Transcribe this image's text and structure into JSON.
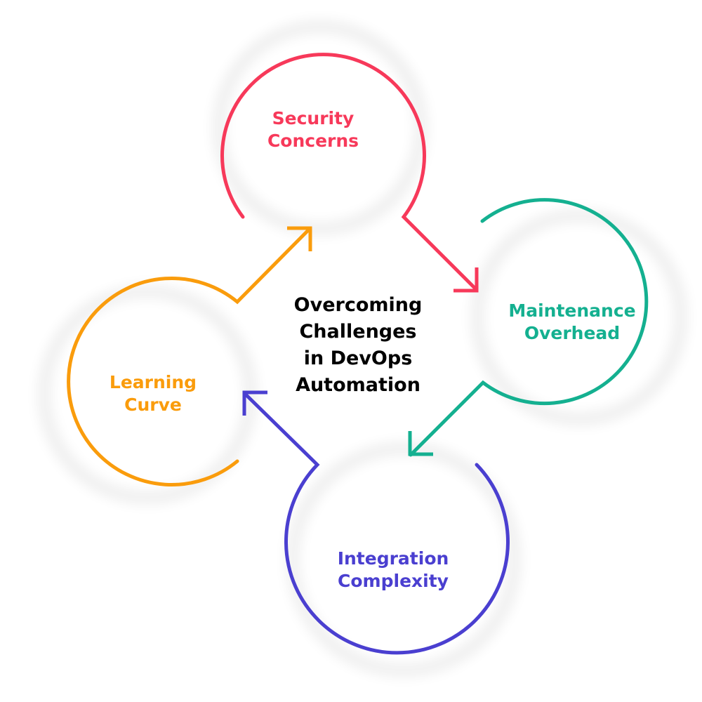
{
  "title": {
    "line1": "Overcoming",
    "line2": "Challenges",
    "line3": "in DevOps",
    "line4": "Automation"
  },
  "nodes": [
    {
      "line1": "Security",
      "line2": "Concerns",
      "color": "#f7395a"
    },
    {
      "line1": "Maintenance",
      "line2": "Overhead",
      "color": "#14b090"
    },
    {
      "line1": "Integration",
      "line2": "Complexity",
      "color": "#4a3fd0"
    },
    {
      "line1": "Learning",
      "line2": "Curve",
      "color": "#fa9c0c"
    }
  ]
}
